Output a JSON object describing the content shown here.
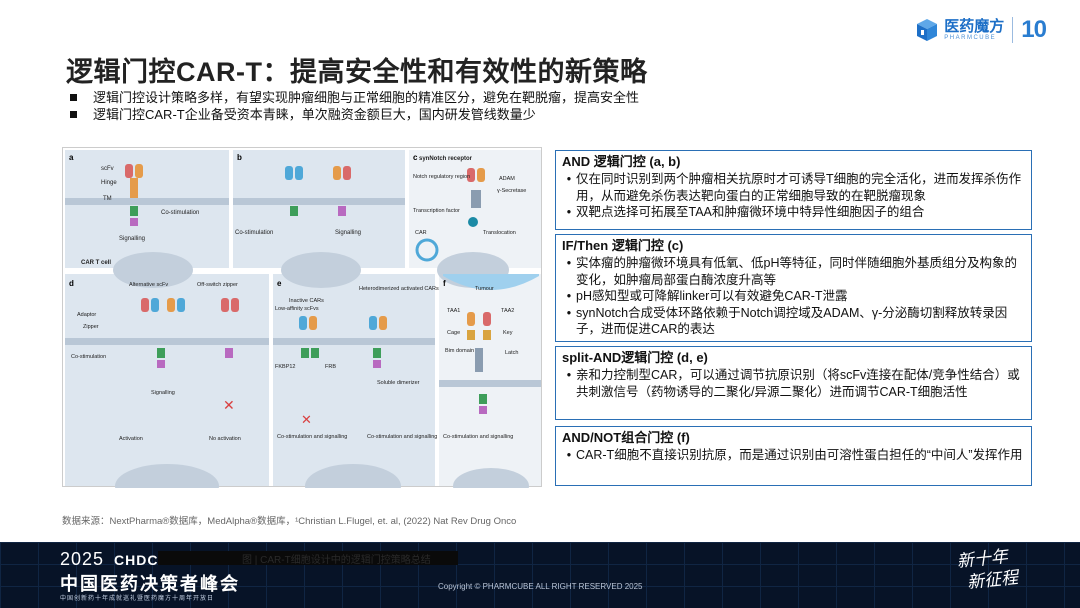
{
  "header": {
    "title": "逻辑门控CAR-T：提高安全性和有效性的新策略",
    "bullets": [
      "逻辑门控设计策略多样，有望实现肿瘤细胞与正常细胞的精准区分，避免在靶脱瘤，提高安全性",
      "逻辑门控CAR-T企业备受资本青睐，单次融资金额巨大，国内研发管线数量少"
    ],
    "brand": {
      "name": "医药魔方",
      "sub": "PHARMCUBE",
      "anniversary": "10"
    }
  },
  "figure": {
    "panel_a": {
      "letter": "a",
      "labels": [
        "scFv",
        "Hinge",
        "TM",
        "Co-stimulation",
        "Signalling",
        "CAR T cell"
      ]
    },
    "panel_b": {
      "letter": "b",
      "labels": [
        "Co-stimulation",
        "Signalling"
      ]
    },
    "panel_c": {
      "letter": "c",
      "labels": [
        "synNotch receptor",
        "Notch regulatory region",
        "ADAM",
        "γ-Secretase",
        "Transcription factor",
        "CAR",
        "Translocation"
      ]
    },
    "panel_d": {
      "letter": "d",
      "labels": [
        "Alternative scFv",
        "Off-switch zipper",
        "Adaptor",
        "Zipper",
        "Co-stimulation",
        "Signalling",
        "Activation",
        "No activation"
      ]
    },
    "panel_e": {
      "letter": "e",
      "labels": [
        "Inactive CARs",
        "Heterodimerized activated CARs",
        "Low-affinity scFvs",
        "FKBP12",
        "FRB",
        "Soluble dimerizer",
        "Co-stimulation and signalling",
        "Co-stimulation and signalling"
      ]
    },
    "panel_f": {
      "letter": "f",
      "labels": [
        "Tumour",
        "TAA1",
        "TAA2",
        "Cage",
        "Key",
        "Bim domain",
        "Latch",
        "Co-stimulation and signalling"
      ]
    }
  },
  "panels": [
    {
      "title": "AND 逻辑门控 (a, b)",
      "items": [
        "仅在同时识别到两个肿瘤相关抗原时才可诱导T细胞的完全活化，进而发挥杀伤作用，从而避免杀伤表达靶向蛋白的正常细胞导致的在靶脱瘤现象",
        "双靶点选择可拓展至TAA和肿瘤微环境中特异性细胞因子的组合"
      ]
    },
    {
      "title": "IF/Then 逻辑门控 (c)",
      "items": [
        "实体瘤的肿瘤微环境具有低氧、低pH等特征，同时伴随细胞外基质组分及构象的变化，如肿瘤局部蛋白酶浓度升高等",
        "pH感知型或可降解linker可以有效避免CAR-T泄露",
        "synNotch合成受体环路依赖于Notch调控域及ADAM、γ-分泌酶切割释放转录因子，进而促进CAR的表达"
      ]
    },
    {
      "title": "split-AND逻辑门控 (d, e)",
      "items": [
        "亲和力控制型CAR，可以通过调节抗原识别（将scFv连接在配体/竞争性结合）或共刺激信号（药物诱导的二聚化/异源二聚化）进而调节CAR-T细胞活性"
      ]
    },
    {
      "title": "AND/NOT组合门控 (f)",
      "items": [
        "CAR-T细胞不直接识别抗原，而是通过识别由可溶性蛋白担任的“中间人”发挥作用"
      ]
    }
  ],
  "source": "数据来源：NextPharma®数据库，MedAlpha®数据库，¹Christian L.Flugel, et. al, (2022) Nat Rev Drug Onco",
  "footer": {
    "year": "2025",
    "chdc": "CHDC",
    "title": "中国医药决策者峰会",
    "tagline": "中国创新药十年成就巡礼暨医药魔方十周年开放日",
    "caption": "图 | CAR-T细胞设计中的逻辑门控策略总结",
    "copyright": "Copyright © PHARMCUBE ALL RIGHT RESERVED 2025",
    "slogan_line1": "新十年",
    "slogan_line2": "新征程"
  },
  "colors": {
    "accent": "#2a6fb5",
    "footer_bg": "#071327",
    "brand": "#1d6fc7"
  }
}
